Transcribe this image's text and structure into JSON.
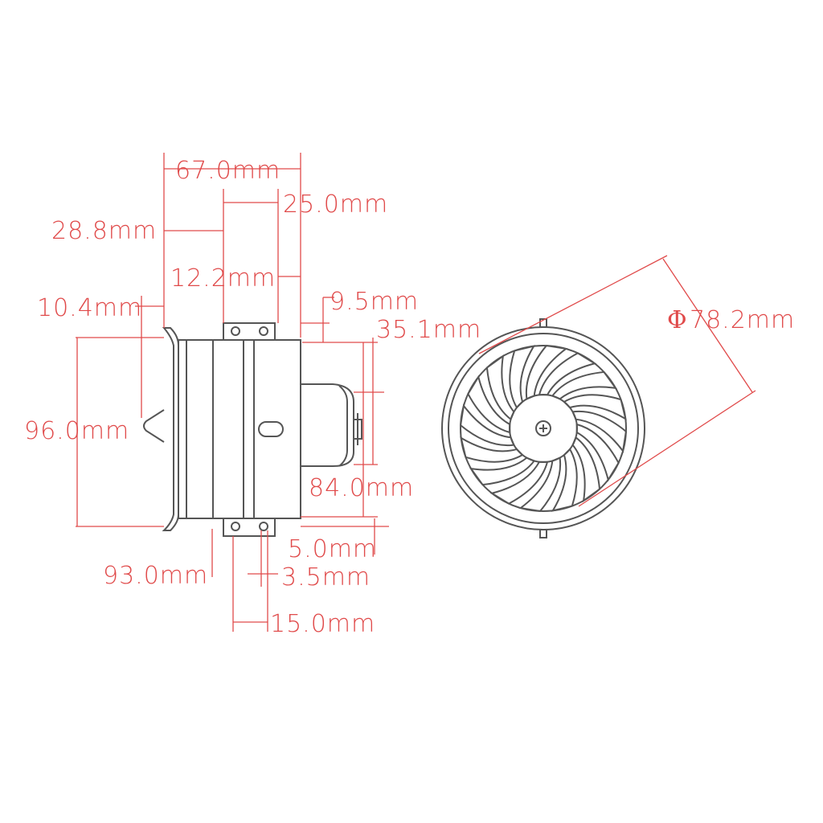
{
  "colors": {
    "outline": "#555555",
    "dimension": "#e04a4a"
  },
  "labels": {
    "d_67": "67.0mm",
    "d_25": "25.0mm",
    "d_28_8": "28.8mm",
    "d_12_2": "12.2mm",
    "d_10_4": "10.4mm",
    "d_9_5": "9.5mm",
    "d_35_1": "35.1mm",
    "d_96": "96.0mm",
    "d_84": "84.0mm",
    "d_5": "5.0mm",
    "d_93": "93.0mm",
    "d_3_5": "3.5mm",
    "d_15": "15.0mm",
    "diameter_symbol": "Φ",
    "d_78_2": "78.2mm"
  }
}
